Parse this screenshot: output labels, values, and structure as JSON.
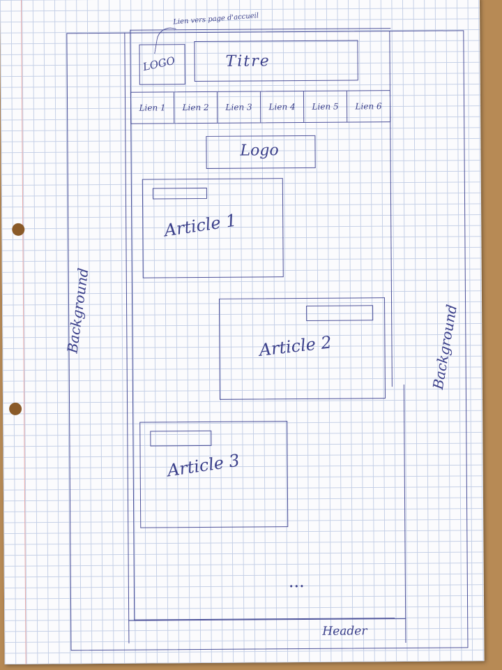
{
  "annotation": "Lien vers page d'accueil",
  "header": {
    "logo": "LOGO",
    "title": "Titre"
  },
  "nav": {
    "links": [
      "Lien 1",
      "Lien 2",
      "Lien 3",
      "Lien 4",
      "Lien 5",
      "Lien 6"
    ]
  },
  "main": {
    "logo": "Logo",
    "articles": [
      "Article 1",
      "Article 2",
      "Article 3"
    ],
    "more": "..."
  },
  "background_label": "Background",
  "footer_label": "Header",
  "colors": {
    "ink": "#3a3f8a",
    "paper": "#fbfbfd",
    "grid": "#c4cfe6",
    "desk": "#b78a55"
  }
}
